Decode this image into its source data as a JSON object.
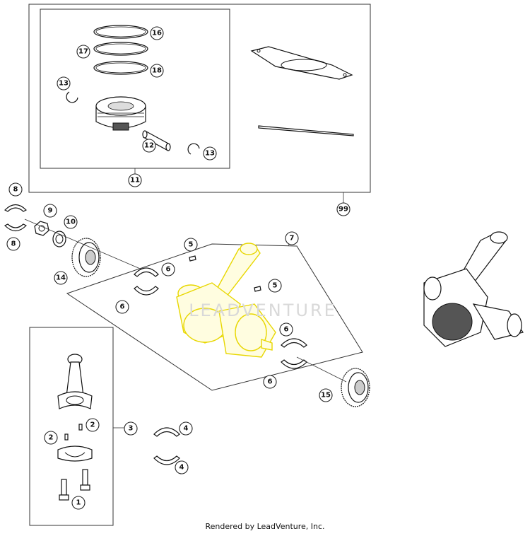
{
  "callouts": {
    "c1": "1",
    "c2a": "2",
    "c2b": "2",
    "c3": "3",
    "c4a": "4",
    "c4b": "4",
    "c5a": "5",
    "c5b": "5",
    "c6a": "6",
    "c6b": "6",
    "c6c": "6",
    "c6d": "6",
    "c7": "7",
    "c8a": "8",
    "c8b": "8",
    "c9": "9",
    "c10": "10",
    "c11": "11",
    "c12": "12",
    "c13a": "13",
    "c13b": "13",
    "c14": "14",
    "c15": "15",
    "c16": "16",
    "c17": "17",
    "c18": "18",
    "c99": "99"
  },
  "watermark": "LEADVENTURE",
  "footer": "Rendered by LeadVenture, Inc.",
  "colors": {
    "highlight": "#e8d700",
    "line": "#111111"
  }
}
